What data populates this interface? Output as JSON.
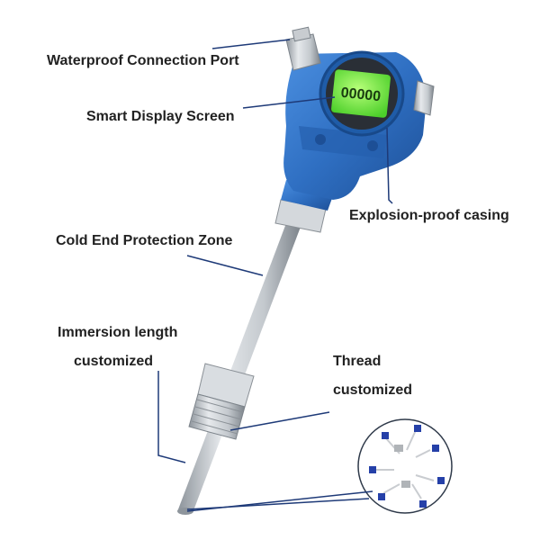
{
  "labels": {
    "waterproof_port": "Waterproof Connection Port",
    "smart_display": "Smart Display Screen",
    "explosion_casing": "Explosion-proof casing",
    "cold_end": "Cold End Protection Zone",
    "immersion_line1": "Immersion length",
    "immersion_line2": "customized",
    "thread_line1": "Thread",
    "thread_line2": "customized"
  },
  "display_reading": "00000",
  "colors": {
    "casing_blue": "#2f6fc2",
    "display_green": "#7cf04a",
    "leader_line": "#1e3a78",
    "steel": "#c8ccd0"
  }
}
